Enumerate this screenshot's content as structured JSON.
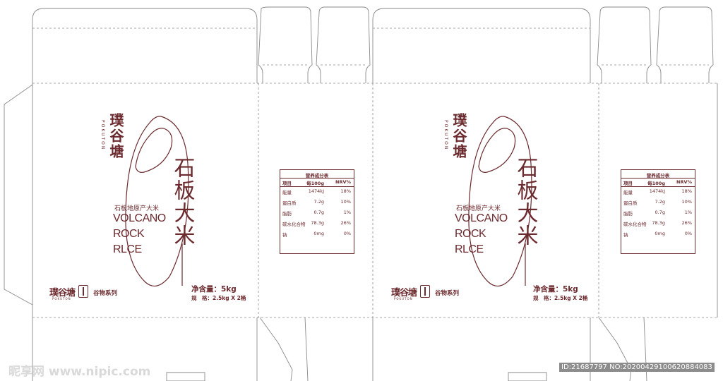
{
  "panels": [
    {
      "brand_vertical": "璞谷塘",
      "brand_pinyin": "POKUTON",
      "product_title": "石板大米",
      "product_subtitle": "石板地原产大米",
      "english_lines": [
        "VOLCANO",
        "ROCK",
        "RLCE"
      ],
      "net_weight": "净含量：5kg",
      "spec": "规　格：2.5kg X 2桶",
      "footer_logo": "璞谷塘",
      "footer_logo_pinyin": "POKUTON",
      "series": "谷物系列"
    },
    {
      "brand_vertical": "璞谷塘",
      "brand_pinyin": "POKUTON",
      "product_title": "石板大米",
      "product_subtitle": "石板地原产大米",
      "english_lines": [
        "VOLCANO",
        "ROCK",
        "RLCE"
      ],
      "net_weight": "净含量：5kg",
      "spec": "规　格：2.5kg X 2桶",
      "footer_logo": "璞谷塘",
      "footer_logo_pinyin": "POKUTON",
      "series": "谷物系列"
    }
  ],
  "nutrition": {
    "title": "营养成分表",
    "headers": [
      "项目",
      "每100g",
      "NRV%"
    ],
    "rows": [
      [
        "能量",
        "1474kJ",
        "18%"
      ],
      [
        "蛋白质",
        "7.2g",
        "10%"
      ],
      [
        "脂肪",
        "0.7g",
        "1%"
      ],
      [
        "碳水化合物",
        "78.3g",
        "26%"
      ],
      [
        "钠",
        "0mg",
        "0%"
      ]
    ]
  },
  "watermark": {
    "site": "昵享网 www.nipic.com",
    "id_text": "ID:21687797 NO:20200429100620884083"
  },
  "colors": {
    "ink": "#6b2a2e",
    "dieline": "#8a8a8a"
  }
}
